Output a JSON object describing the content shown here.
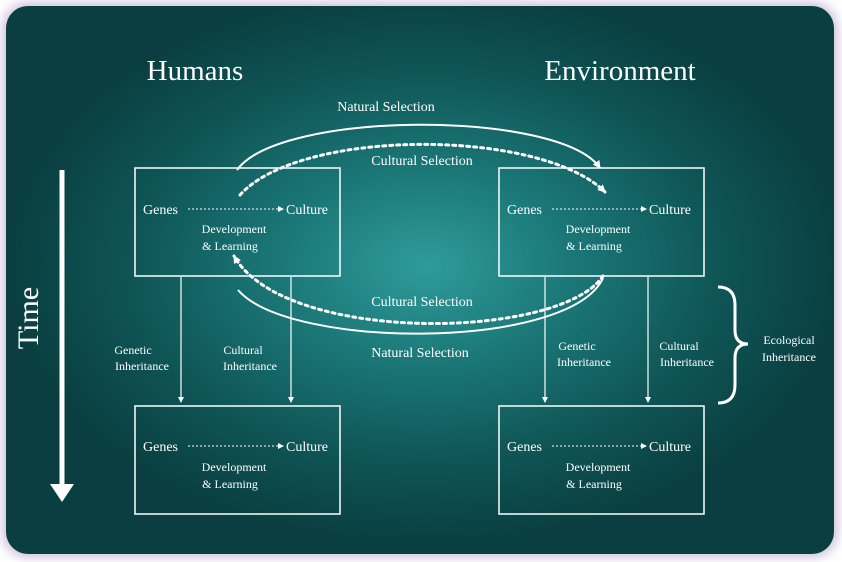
{
  "titles": {
    "humans": "Humans",
    "environment": "Environment",
    "time": "Time"
  },
  "arrows": {
    "natural_selection_top": "Natural Selection",
    "cultural_selection_top": "Cultural Selection",
    "cultural_selection_bottom": "Cultural Selection",
    "natural_selection_bottom": "Natural Selection"
  },
  "box": {
    "genes": "Genes",
    "culture": "Culture",
    "dev1": "Development",
    "dev2": "& Learning"
  },
  "inheritance": {
    "genetic1": "Genetic",
    "genetic2": "Inheritance",
    "cultural1": "Cultural",
    "cultural2": "Inheritance",
    "ecological1": "Ecological",
    "ecological2": "Inheritance"
  }
}
